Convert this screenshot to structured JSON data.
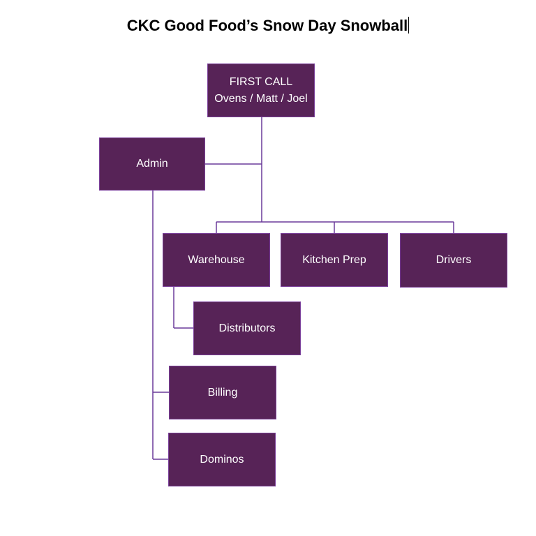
{
  "title": "CKC Good Food’s Snow Day Snowball",
  "colors": {
    "node_fill": "#572357",
    "node_border": "#7a3f9a",
    "connector": "#6a3a9a",
    "node_text": "#ffffff"
  },
  "nodes": {
    "first_call": {
      "line1": "FIRST CALL",
      "line2": "Ovens / Matt / Joel"
    },
    "admin": {
      "label": "Admin"
    },
    "warehouse": {
      "label": "Warehouse"
    },
    "kitchen_prep": {
      "label": "Kitchen Prep"
    },
    "drivers": {
      "label": "Drivers"
    },
    "distributors": {
      "label": "Distributors"
    },
    "billing": {
      "label": "Billing"
    },
    "dominos": {
      "label": "Dominos"
    }
  }
}
